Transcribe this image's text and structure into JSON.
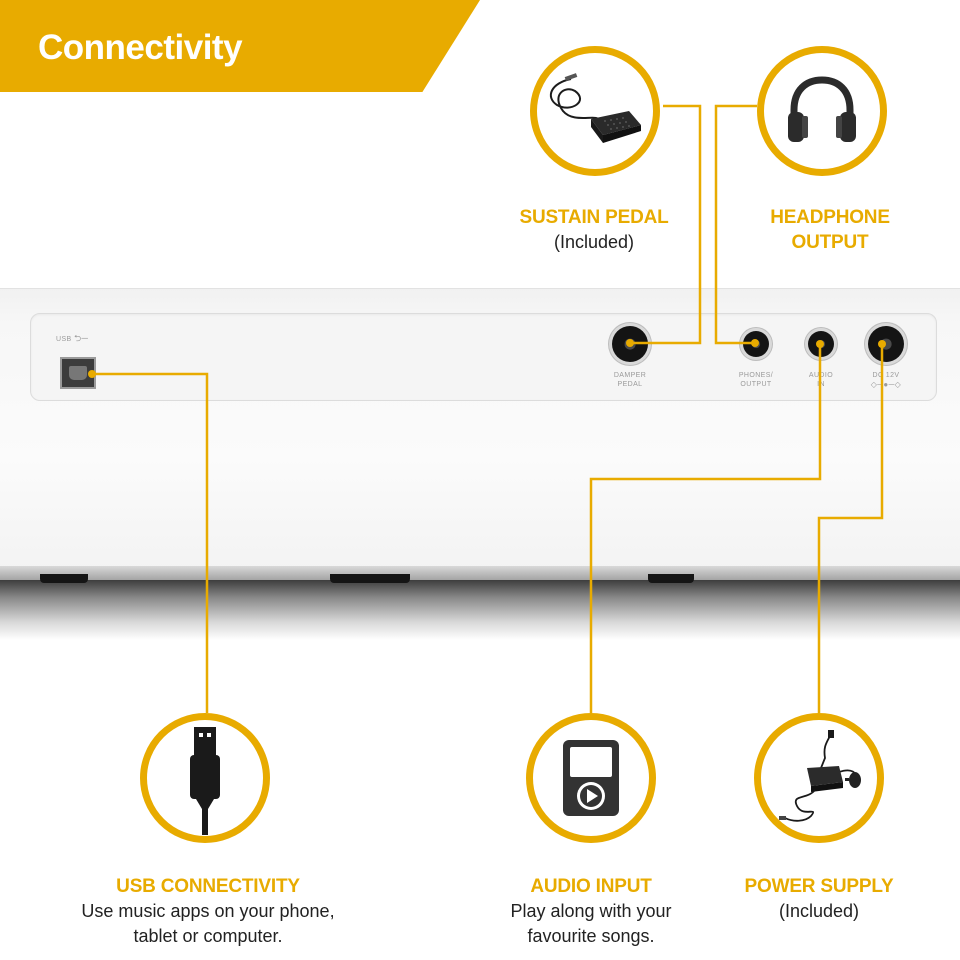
{
  "header": {
    "title": "Connectivity"
  },
  "colors": {
    "accent": "#e8ab00",
    "text": "#222222",
    "panel": "#f7f7f7"
  },
  "panel": {
    "ports": [
      {
        "id": "usb",
        "label": "USB",
        "icon": "usb-icon"
      },
      {
        "id": "damper",
        "label_line1": "DAMPER",
        "label_line2": "PEDAL"
      },
      {
        "id": "phones",
        "label_line1": "PHONES/",
        "label_line2": "OUTPUT"
      },
      {
        "id": "audio",
        "label_line1": "AUDIO",
        "label_line2": "IN"
      },
      {
        "id": "dc",
        "label_line1": "DC 12V"
      }
    ]
  },
  "features": {
    "sustain": {
      "title": "SUSTAIN PEDAL",
      "desc": "(Included)",
      "icon": "sustain-pedal-icon"
    },
    "headphone": {
      "title_line1": "HEADPHONE",
      "title_line2": "OUTPUT",
      "icon": "headphones-icon"
    },
    "usb": {
      "title": "USB CONNECTIVITY",
      "desc_line1": "Use music apps on your phone,",
      "desc_line2": "tablet or computer.",
      "icon": "usb-plug-icon"
    },
    "audio": {
      "title": "AUDIO INPUT",
      "desc_line1": "Play along with your",
      "desc_line2": "favourite songs.",
      "icon": "media-player-icon"
    },
    "power": {
      "title": "POWER SUPPLY",
      "desc": "(Included)",
      "icon": "power-adapter-icon"
    }
  }
}
